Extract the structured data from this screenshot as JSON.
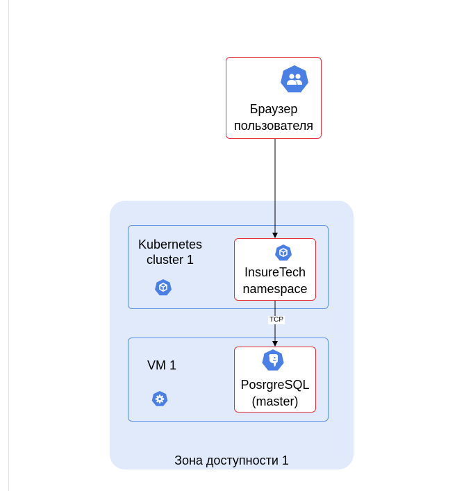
{
  "zone": {
    "label": "Зона доступности 1",
    "fill_color": "#e1eafb"
  },
  "nodes": {
    "browser": {
      "label": "Браузер\nпользователя",
      "icon": "users-icon"
    },
    "k8s_cluster": {
      "label": "Kubernetes\ncluster 1",
      "icon": "kubernetes-cube-icon"
    },
    "namespace": {
      "label": "InsureTech\nnamespace",
      "icon": "kubernetes-cube-icon"
    },
    "vm": {
      "label": "VM 1",
      "icon": "gear-icon"
    },
    "postgres": {
      "label": "PosrgreSQL\n(master)",
      "icon": "postgresql-icon"
    }
  },
  "edges": [
    {
      "from": "browser",
      "to": "namespace",
      "label": ""
    },
    {
      "from": "namespace",
      "to": "postgres",
      "label": "TCP"
    }
  ],
  "colors": {
    "accent_blue": "#4a7fe6",
    "group_border": "#5b8ee6",
    "node_border_red": "#e5303a"
  }
}
